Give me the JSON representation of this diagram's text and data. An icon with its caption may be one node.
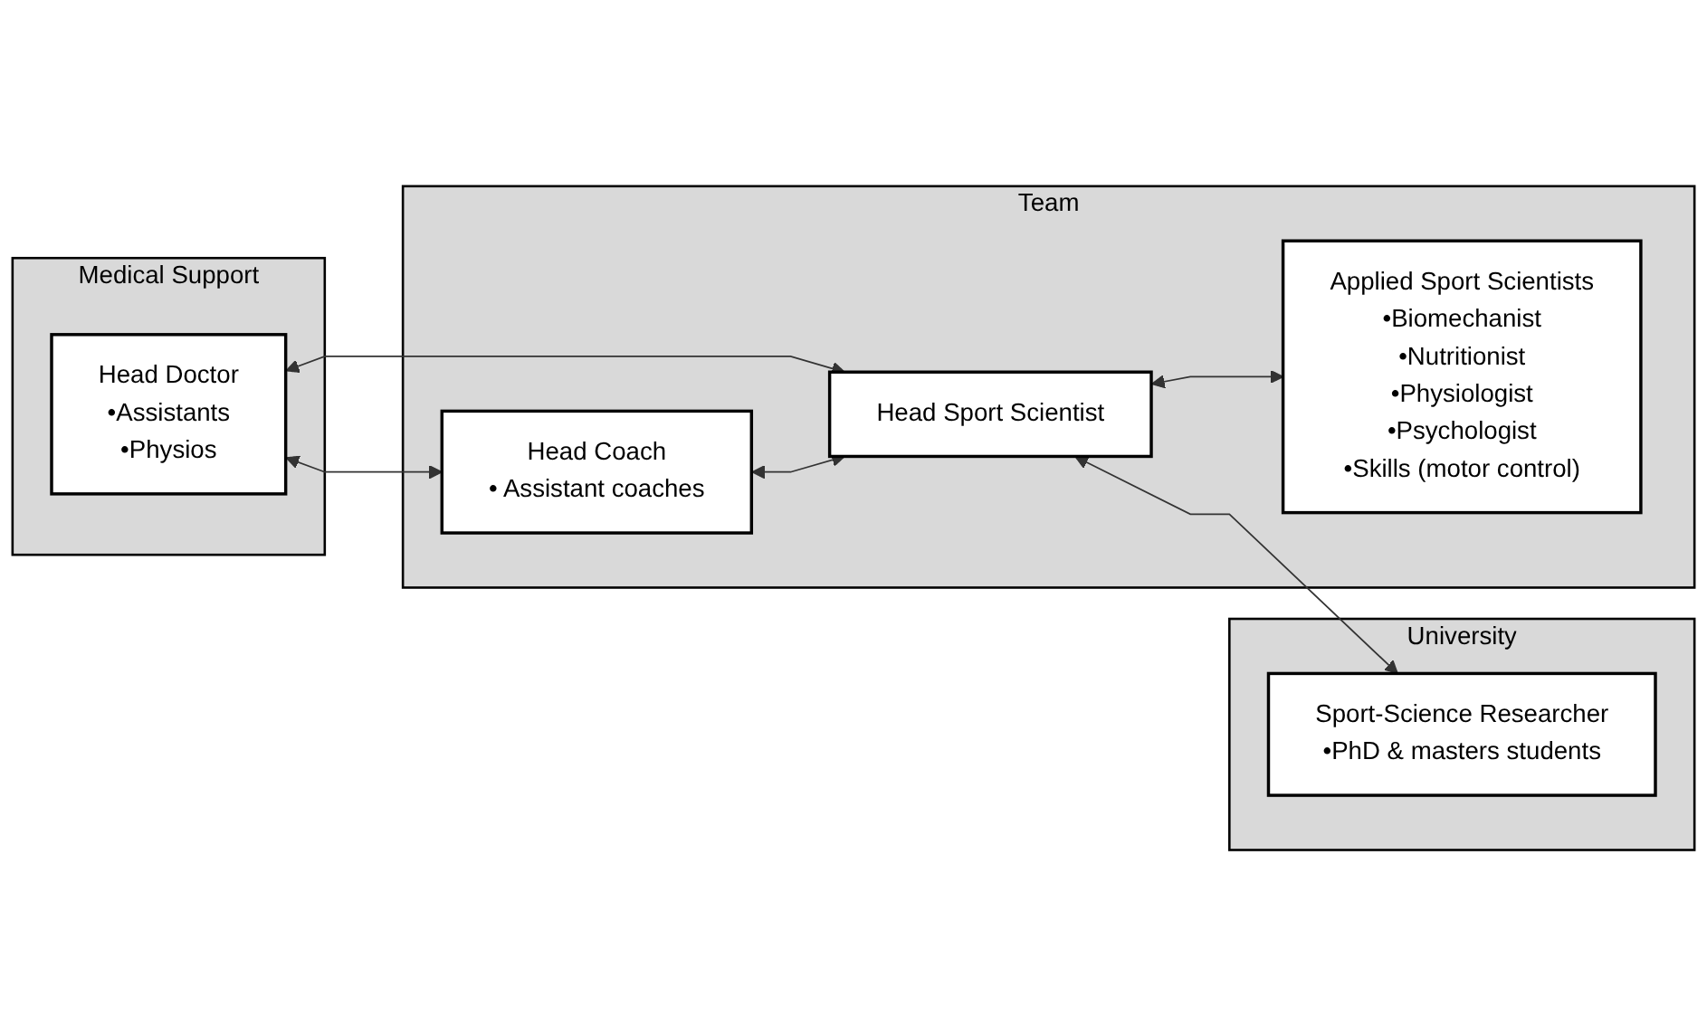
{
  "diagram": {
    "nodes": [
      {
        "text": [
          "Medical Support"
        ]
      },
      {
        "text": [
          "Head Doctor",
          "•Assistants",
          "•Physios"
        ],
        "in": 0
      },
      {
        "text": [
          "Team"
        ]
      },
      {
        "text": [
          "Head Coach",
          "• Assistant coaches"
        ],
        "in": 2
      },
      {
        "text": [
          "Head Sport Scientist"
        ],
        "in": 2
      },
      {
        "text": [
          "Applied Sport Scientists",
          "•Biomechanist",
          "•Nutritionist",
          "•Physiologist",
          "•Psychologist",
          "•Skills (motor control)"
        ],
        "in": 2
      },
      {
        "text": [
          "University"
        ]
      },
      {
        "text": [
          "Sport-Science Researcher",
          "•PhD & masters students"
        ],
        "in": 6
      }
    ],
    "edges": [
      {
        "from": 1,
        "to": 3,
        "arrow": "both"
      },
      {
        "from": 1,
        "to": 4,
        "arrow": "both"
      },
      {
        "from": 3,
        "to": 4,
        "arrow": "both"
      },
      {
        "from": 4,
        "to": 5,
        "arrow": "both"
      },
      {
        "from": 4,
        "to": 7,
        "arrow": "both"
      }
    ]
  }
}
